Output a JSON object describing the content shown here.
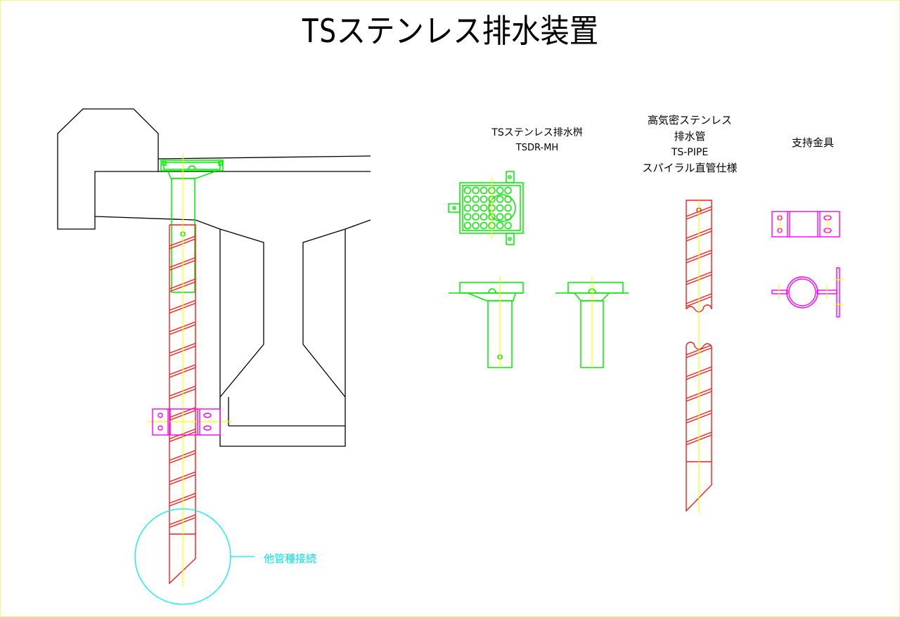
{
  "title": "TSステンレス排水装置",
  "labels": {
    "basin": [
      "TSステンレス排水桝",
      "TSDR-MH"
    ],
    "pipe": [
      "高気密ステンレス",
      "排水管",
      "TS-PIPE",
      "スパイラル直管仕様"
    ],
    "bracket": "支持金具",
    "connection": "他管種接続"
  },
  "colors": {
    "structure": "#000000",
    "basin": "#00ee00",
    "pipe": "#ff1a1a",
    "bracket": "#ff00ff",
    "centerline": "#ffff00",
    "callout": "#00f0f0"
  }
}
